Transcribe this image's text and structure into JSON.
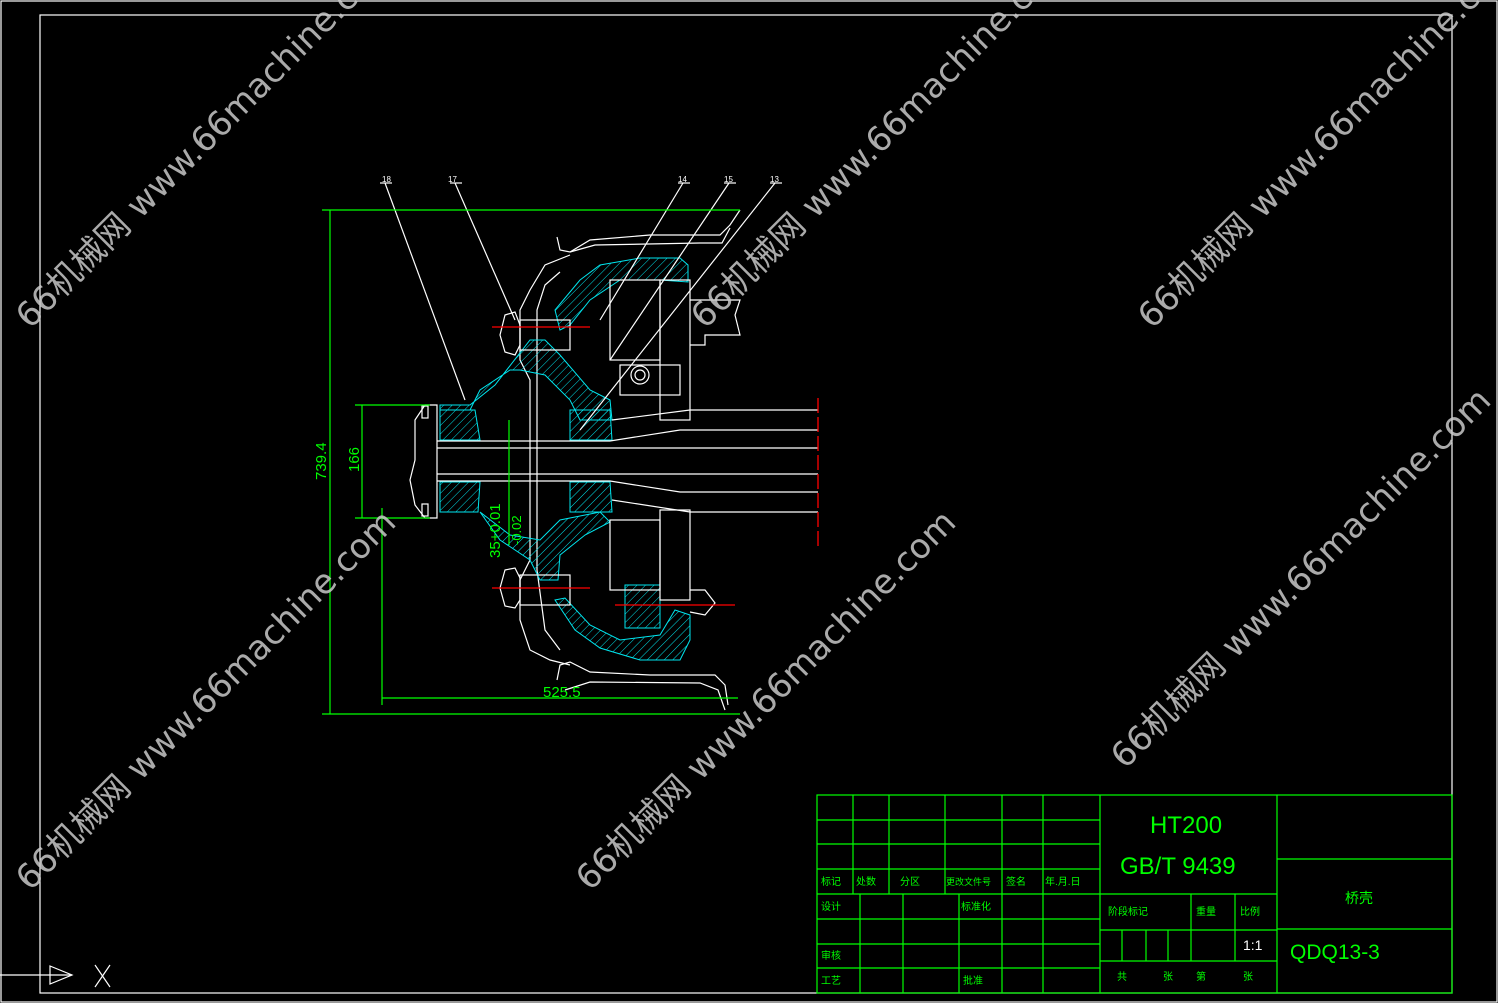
{
  "drawing": {
    "part_labels": [
      "18",
      "17",
      "14",
      "15",
      "13"
    ],
    "dimensions": {
      "overall_height": "739.4",
      "hub_height": "166",
      "bore": "35+0.01",
      "bore_tol": "-0.02",
      "width": "525.5"
    }
  },
  "title_block": {
    "material": "HT200",
    "standard": "GB/T 9439",
    "part_name": "桥壳",
    "drawing_number": "QDQ13-3",
    "scale": "1:1",
    "rev_headers": [
      "标记",
      "处数",
      "分区",
      "更改文件号",
      "签名",
      "年.月.日"
    ],
    "design": "设计",
    "standardization": "标准化",
    "review": "审核",
    "process": "工艺",
    "approve": "批准",
    "stage_mark": "阶段标记",
    "weight": "重量",
    "ratio": "比例",
    "sheets_total": "共",
    "sheet_unit1": "张",
    "sheet_no": "第",
    "sheet_unit2": "张"
  },
  "watermark": "66机械网 www.66machine.com",
  "colors": {
    "line": "#ffffff",
    "dimension": "#00ff00",
    "hatch": "#00e5ee",
    "centerline": "#ff0000"
  }
}
